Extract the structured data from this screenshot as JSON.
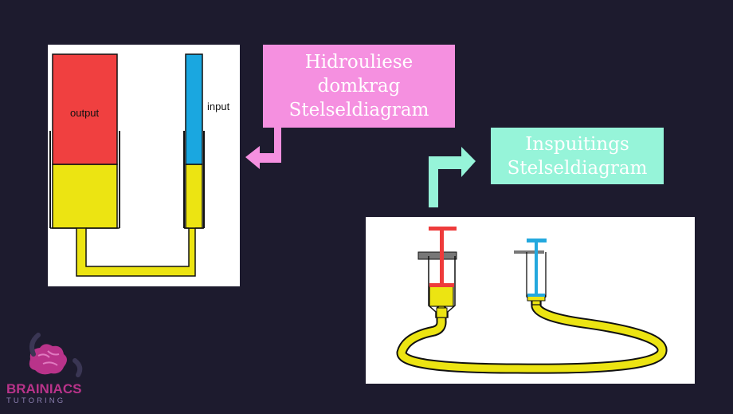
{
  "hydraulic_jack": {
    "output_label": "output",
    "input_label": "input",
    "colors": {
      "output_piston": "#f04040",
      "input_piston": "#1aa7e0",
      "fluid": "#ece412"
    }
  },
  "hydraulic_label": {
    "lines": [
      "Hidrouliese",
      "domkrag",
      "Stelseldiagram"
    ],
    "color": "#f590e0"
  },
  "syringe_label": {
    "lines": [
      "Inspuitings",
      "Stelseldiagram"
    ],
    "color": "#96f4d9"
  },
  "syringe_system": {
    "colors": {
      "large_plunger": "#ee3b3b",
      "small_plunger": "#23a8de",
      "fluid": "#ece412"
    }
  },
  "brand": {
    "name": "BRAINIACS",
    "sub": "TUTORING"
  }
}
